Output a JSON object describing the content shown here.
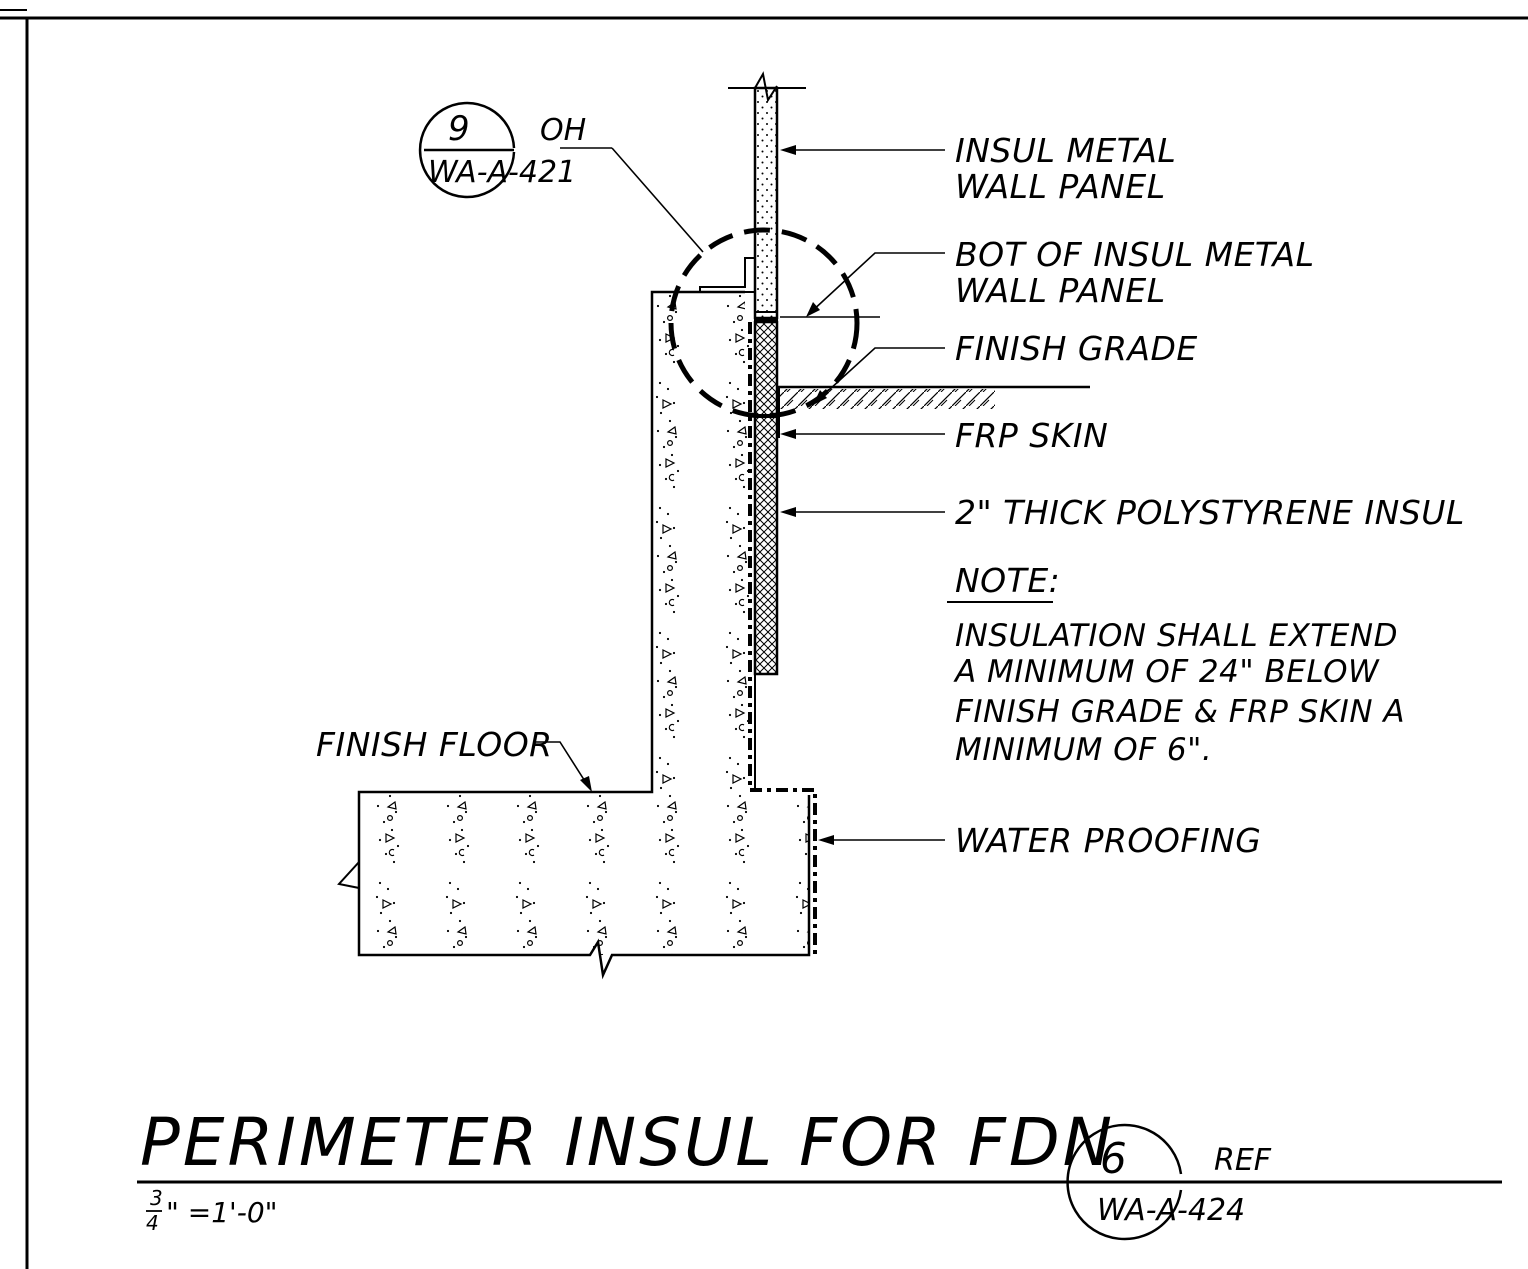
{
  "drawing": {
    "title": "PERIMETER INSUL FOR FDN",
    "scale": {
      "num": "3",
      "den": "4",
      "rest": "\" =1'-0\""
    },
    "title_bubble": {
      "number": "6",
      "sheet": "WA-A-424",
      "tag": "REF"
    },
    "callout_bubble": {
      "number": "9",
      "sheet": "WA-A-421",
      "tag": "OH"
    }
  },
  "labels": {
    "wall_panel": [
      "INSUL METAL",
      "WALL PANEL"
    ],
    "bot_panel": [
      "BOT OF INSUL METAL",
      "WALL PANEL"
    ],
    "finish_grade": "FINISH GRADE",
    "frp_skin": "FRP SKIN",
    "polystyrene": "2\" THICK POLYSTYRENE INSUL",
    "finish_floor": "FINISH FLOOR",
    "water_proofing": "WATER PROOFING"
  },
  "note": {
    "heading": "NOTE:",
    "lines": [
      "INSULATION SHALL EXTEND",
      "A MINIMUM OF 24\" BELOW",
      "FINISH GRADE & FRP SKIN A",
      "MINIMUM OF 6\"."
    ]
  }
}
